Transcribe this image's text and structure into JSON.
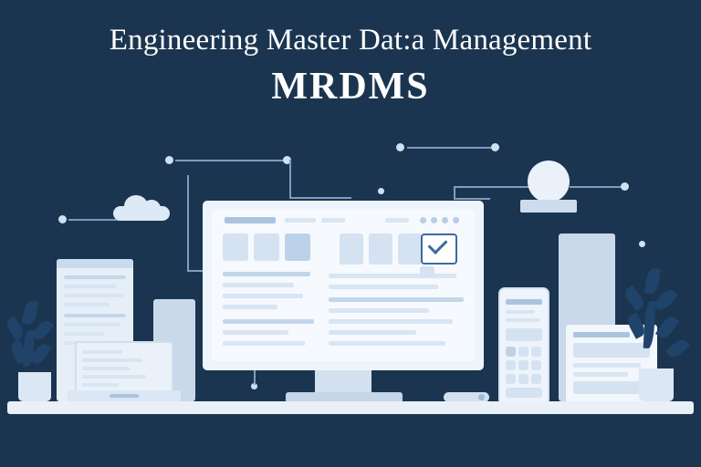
{
  "poster": {
    "background_color": "#1b3550",
    "title_main": "Engineering Master Dat:a Management",
    "title_sub": "MRDMS",
    "title_color": "#ffffff",
    "accent_color": "#3d6b9c",
    "panel_color": "#eef4fb",
    "line_color": "#7e9cc0",
    "node_color": "#cfe0f2",
    "ground_color": "#e9f0f8",
    "plant_color": "#20436a"
  },
  "illustration": {
    "elements": [
      {
        "name": "monitor",
        "label": "desktop-monitor"
      },
      {
        "name": "laptop",
        "label": "laptop"
      },
      {
        "name": "phone",
        "label": "mobile-phone"
      },
      {
        "name": "server-tower",
        "label": "server-tower"
      },
      {
        "name": "cloud",
        "label": "cloud"
      },
      {
        "name": "orb",
        "label": "data-sphere"
      },
      {
        "name": "document-left",
        "label": "document-panel"
      },
      {
        "name": "document-right",
        "label": "document-card"
      },
      {
        "name": "plant-left",
        "label": "potted-plant"
      },
      {
        "name": "plant-right",
        "label": "potted-plant"
      },
      {
        "name": "mouse",
        "label": "computer-mouse"
      },
      {
        "name": "verified-badge",
        "label": "checkmark-badge"
      }
    ],
    "network_nodes": 10
  }
}
